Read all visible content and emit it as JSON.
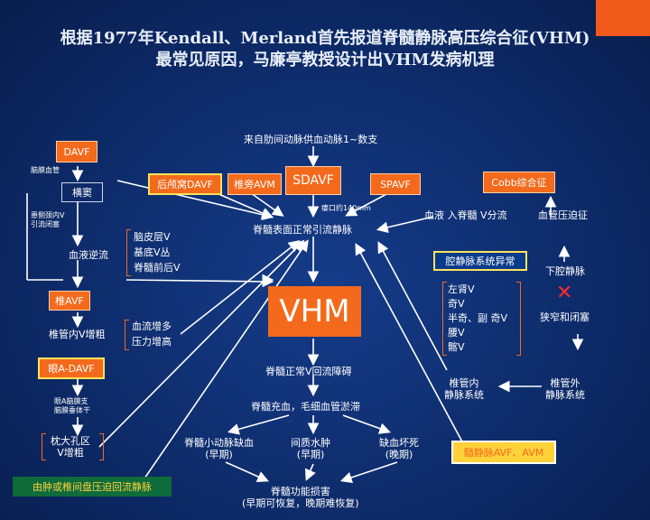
{
  "title": {
    "line1": "根据1977年Kendall、Merland首先报道脊髓静脉高压综合征(VHM)",
    "line2": "最常见原因，马廉亭教授设计出VHM发病机理"
  },
  "colors": {
    "background": "#0d2a67",
    "orange": "#f36a1c",
    "yellow": "#ffd23a",
    "green": "#0e6b3a",
    "red_x": "#ff2a2a"
  },
  "top": {
    "supply": "来自肋间动脉供血动脉1~数支",
    "posterior_fossa_davf": "后颅窝DAVF",
    "paraspinal_avm": "椎旁AVM",
    "sdavf": "SDAVF",
    "spavf": "SPAVF",
    "cobb": "Cobb综合征",
    "fistula": "瘘口约140mm",
    "cobb_left": "血液 入脊髓 V分流",
    "cobb_right": "血管压迫征",
    "drainage": "脊髓表面正常引流静脉"
  },
  "left": {
    "davf": "DAVF",
    "dural_sinus": "脑膜血管",
    "thrombosis": "横窦",
    "pathway": "患侧颈内V\n引流闭塞",
    "reflux": "血液逆流",
    "reflux_items": [
      "脑皮层V",
      "基底V丛",
      "脊髓前后V"
    ],
    "vertebral_avf": "椎AVF",
    "vertebral_dilation": "椎管内V增粗",
    "vertebral_effects": [
      "血流增多",
      "压力增高"
    ],
    "ophthalmic_davf": "眼A-DAVF",
    "ophthalmic_mid": "眼A脑膜支\n脑膜垂体干",
    "foramen": "枕大孔区\nV增粗",
    "green_box": "由肿或椎间盘压迫回流静脉"
  },
  "center": {
    "vhm": "VHM",
    "obstruct": "脊髓正常V回流障碍",
    "congestion": "脊髓充血，毛细血管淤滞",
    "ischemia": "脊髓小动脉缺血\n(早期)",
    "edema": "间质水肿\n(早期)",
    "necrosis": "缺血坏死\n(晚期)",
    "damage": "脊髓功能损害\n(早期可恢复，晚期难恢复)"
  },
  "right": {
    "cavity_box": "腔静脉系统异常",
    "ivc": "下腔静脉",
    "veins": [
      "左肾V",
      "奇V",
      "半奇、副 奇V",
      "腰V",
      "髂V"
    ],
    "stenosis": "狭窄和闭塞",
    "intraspinal": "椎管内\n静脉系统",
    "extraspinal": "椎管外\n静脉系统",
    "brain_avf": "髓静脉AVF、AVM"
  }
}
